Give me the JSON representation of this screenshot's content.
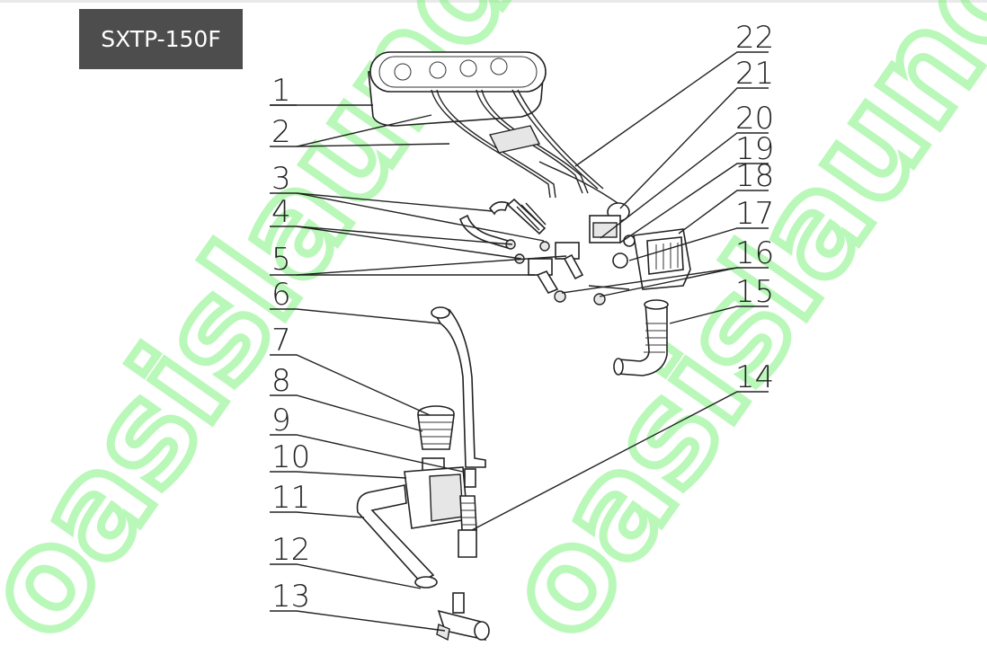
{
  "model": "SXTP-150F",
  "watermark": "oasislaundry.ru",
  "callouts": [
    "1",
    "2",
    "3",
    "4",
    "5",
    "6",
    "7",
    "8",
    "9",
    "10",
    "11",
    "12",
    "13",
    "14",
    "15",
    "16",
    "17",
    "18",
    "19",
    "20",
    "21",
    "22"
  ],
  "colors": {
    "badge_bg": "#4d4d4d",
    "watermark": "#7ff27f",
    "lines": "#222222"
  }
}
